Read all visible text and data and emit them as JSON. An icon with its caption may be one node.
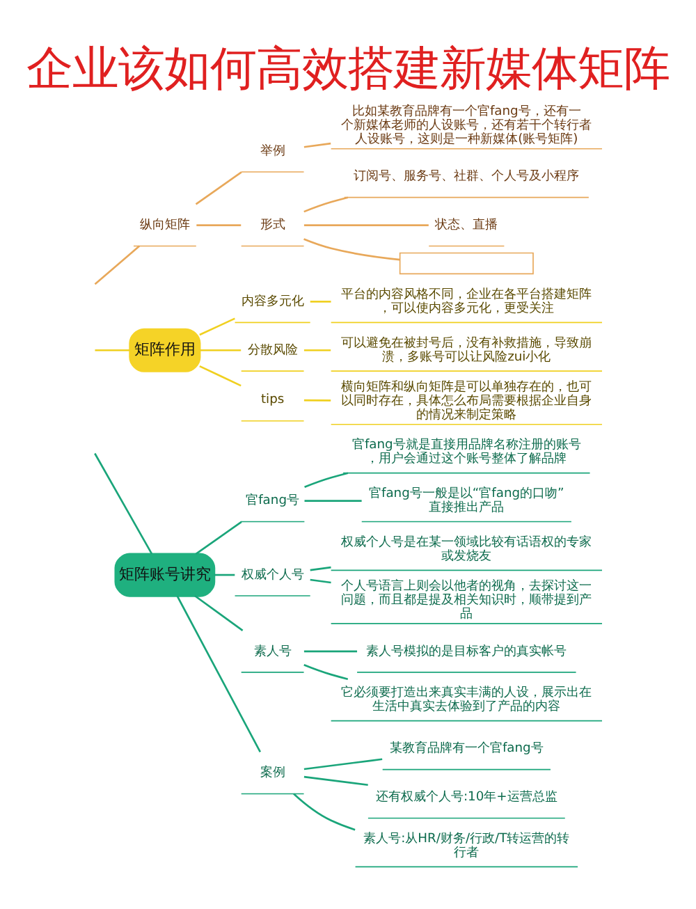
{
  "diagram": {
    "title": "企业该如何高效搭建新媒体矩阵",
    "nodes": [
      {
        "text": [
          "纵向矩阵"
        ]
      },
      {
        "text": [
          "举例"
        ]
      },
      {
        "text": [
          "比如某教育品牌有一个官fang号，还有一个新媒体老师的人设账号，还有若干个转行者人设账号，这则是一种新媒体(账号矩阵)"
        ]
      },
      {
        "text": [
          "形式"
        ]
      },
      {
        "text": [
          "订阅号、服务号、社群、个人号及小程序"
        ]
      },
      {
        "text": [
          "状态、直播"
        ]
      },
      {
        "text": [],
        "shape": "box"
      },
      {
        "text": [
          "矩阵作用"
        ]
      },
      {
        "text": [
          "内容多元化"
        ]
      },
      {
        "text": [
          "平台的内容风格不同，企业在各平台搭建矩阵，可以使内容多元化，更受关注"
        ]
      },
      {
        "text": [
          "分散风险"
        ]
      },
      {
        "text": [
          "可以避免在被封号后，没有补救措施，导致崩溃，多账号可以让风险zui小化"
        ]
      },
      {
        "text": [
          "tips"
        ]
      },
      {
        "text": [
          "横向矩阵和纵向矩阵是可以单独存在的，也可以同时存在，具体怎么布局需要根据企业自身的情况来制定策略"
        ]
      },
      {
        "text": [
          "矩阵账号讲究"
        ]
      },
      {
        "text": [
          "官fang号"
        ]
      },
      {
        "text": [
          "官fang号就是直接用品牌名称注册的账号，用户会通过这个账号整体了解品牌"
        ]
      },
      {
        "text": [
          "官fang号一般是以“官fang的口吻”直接推出产品"
        ]
      },
      {
        "text": [
          "权威个人号"
        ]
      },
      {
        "text": [
          "权威个人号是在某一领域比较有话语权的专家或发烧友"
        ]
      },
      {
        "text": [
          "个人号语言上则会以他者的视角，去探讨这一问题，而且都是提及相关知识时，顺带提到产品"
        ]
      },
      {
        "text": [
          "素人号"
        ]
      },
      {
        "text": [
          "素人号模拟的是目标客户的真实帐号"
        ]
      },
      {
        "text": [
          "它必须要打造出来真实丰满的人设，展示出在生活中真实去体验到了产品的内容"
        ]
      },
      {
        "text": [
          "案例"
        ]
      },
      {
        "text": [
          "某教育品牌有一个官fang号"
        ]
      },
      {
        "text": [
          "还有权威个人号:10年+运营总监"
        ]
      },
      {
        "text": [
          "素人号:从HR/财务/行政/T转运营的转行者"
        ]
      }
    ],
    "edges": [
      {
        "from": null,
        "to": 0,
        "arrow": "none",
        "color": "#e8a85a"
      },
      {
        "from": 0,
        "to": 1,
        "arrow": "none",
        "color": "#e8a85a"
      },
      {
        "from": 1,
        "to": 2,
        "arrow": "none",
        "color": "#e8a85a"
      },
      {
        "from": 0,
        "to": 3,
        "arrow": "none",
        "color": "#e8a85a"
      },
      {
        "from": 3,
        "to": 4,
        "arrow": "none",
        "color": "#e8a85a"
      },
      {
        "from": 3,
        "to": 5,
        "arrow": "none",
        "color": "#e8a85a"
      },
      {
        "from": 3,
        "to": 6,
        "arrow": "none",
        "color": "#e8a85a"
      },
      {
        "from": null,
        "to": 7,
        "arrow": "none",
        "color": "#f0d020"
      },
      {
        "from": 7,
        "to": 8,
        "arrow": "none",
        "color": "#f0d020"
      },
      {
        "from": 8,
        "to": 9,
        "arrow": "none",
        "color": "#f0d020"
      },
      {
        "from": 7,
        "to": 10,
        "arrow": "none",
        "color": "#f0d020"
      },
      {
        "from": 10,
        "to": 11,
        "arrow": "none",
        "color": "#f0d020"
      },
      {
        "from": 7,
        "to": 12,
        "arrow": "none",
        "color": "#f0d020"
      },
      {
        "from": 12,
        "to": 13,
        "arrow": "none",
        "color": "#f0d020"
      },
      {
        "from": null,
        "to": 14,
        "arrow": "none"
      },
      {
        "from": 14,
        "to": 15,
        "arrow": "none"
      },
      {
        "from": 15,
        "to": 16,
        "arrow": "none"
      },
      {
        "from": 15,
        "to": 17,
        "arrow": "none"
      },
      {
        "from": 14,
        "to": 18,
        "arrow": "none"
      },
      {
        "from": 18,
        "to": 19,
        "arrow": "none"
      },
      {
        "from": 18,
        "to": 20,
        "arrow": "none"
      },
      {
        "from": 14,
        "to": 21,
        "arrow": "none"
      },
      {
        "from": 21,
        "to": 22,
        "arrow": "none"
      },
      {
        "from": 21,
        "to": 23,
        "arrow": "none"
      },
      {
        "from": 14,
        "to": 24,
        "arrow": "none"
      },
      {
        "from": 24,
        "to": 25,
        "arrow": "none"
      },
      {
        "from": 24,
        "to": 26,
        "arrow": "none"
      },
      {
        "from": 24,
        "to": 27,
        "arrow": "none"
      }
    ]
  }
}
